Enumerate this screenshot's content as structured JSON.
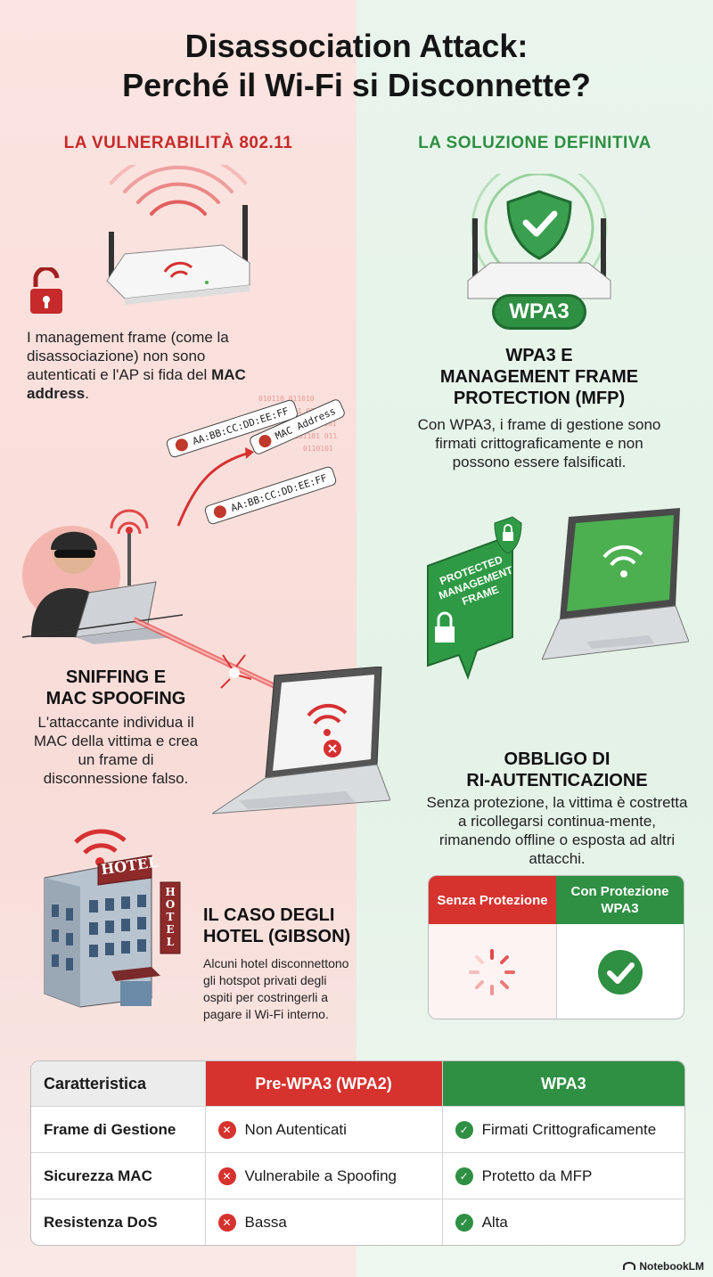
{
  "title": {
    "line1": "Disassociation Attack:",
    "line2": "Perché il Wi-Fi si Disconnette?"
  },
  "left": {
    "section_title": "LA VULNERABILITÀ 802.11",
    "intro": {
      "text_a": "I management frame (come la disassociazione) non sono autenticati e l'AP si fida del ",
      "text_b": "MAC address",
      "text_c": "."
    },
    "mac_labels": [
      "AA:BB:CC:DD:EE:FF",
      "MAC Address",
      "AA:BB:CC:DD:EE:FF"
    ],
    "sniffing": {
      "heading_1": "SNIFFING E",
      "heading_2": "MAC SPOOFING",
      "text": "L'attaccante individua il MAC della vittima e crea un frame di disconnessione falso."
    },
    "hotel": {
      "sign": "HOTEL",
      "sign_vertical": "HOTEL",
      "heading_1": "IL CASO DEGLI",
      "heading_2": "HOTEL (GIBSON)",
      "text": "Alcuni hotel disconnettono gli hotspot privati degli ospiti per costringerli a pagare il Wi-Fi interno."
    }
  },
  "right": {
    "section_title": "LA SOLUZIONE DEFINITIVA",
    "wpa3_badge": "WPA3",
    "mfp": {
      "heading_1": "WPA3 E",
      "heading_2": "MANAGEMENT FRAME",
      "heading_3": "PROTECTION (MFP)",
      "text": "Con WPA3, i frame di gestione sono firmati crittograficamente e non possono essere falsificati."
    },
    "protected_frame": {
      "line1": "PROTECTED",
      "line2": "MANAGEMENT",
      "line3": "FRAME"
    },
    "reauth": {
      "heading_1": "OBBLIGO DI",
      "heading_2": "RI-AUTENTICAZIONE",
      "text": "Senza protezione, la vittima è costretta a ricollegarsi continua-mente, rimanendo offline o esposta ad altri attacchi."
    },
    "comparison": {
      "without": "Senza Protezione",
      "with": "Con Protezione WPA3"
    }
  },
  "table": {
    "headers": [
      "Caratteristica",
      "Pre-WPA3 (WPA2)",
      "WPA3"
    ],
    "rows": [
      {
        "label": "Frame di Gestione",
        "pre": "Non Autenticati",
        "wpa3": "Firmati Crittograficamente"
      },
      {
        "label": "Sicurezza MAC",
        "pre": "Vulnerabile a Spoofing",
        "wpa3": "Protetto da MFP"
      },
      {
        "label": "Resistenza DoS",
        "pre": "Bassa",
        "wpa3": "Alta"
      }
    ]
  },
  "brand": "NotebookLM",
  "colors": {
    "red": "#d6322e",
    "green": "#2f8f43",
    "left_bg": "#fbe4e1",
    "right_bg": "#e9f5ec"
  }
}
